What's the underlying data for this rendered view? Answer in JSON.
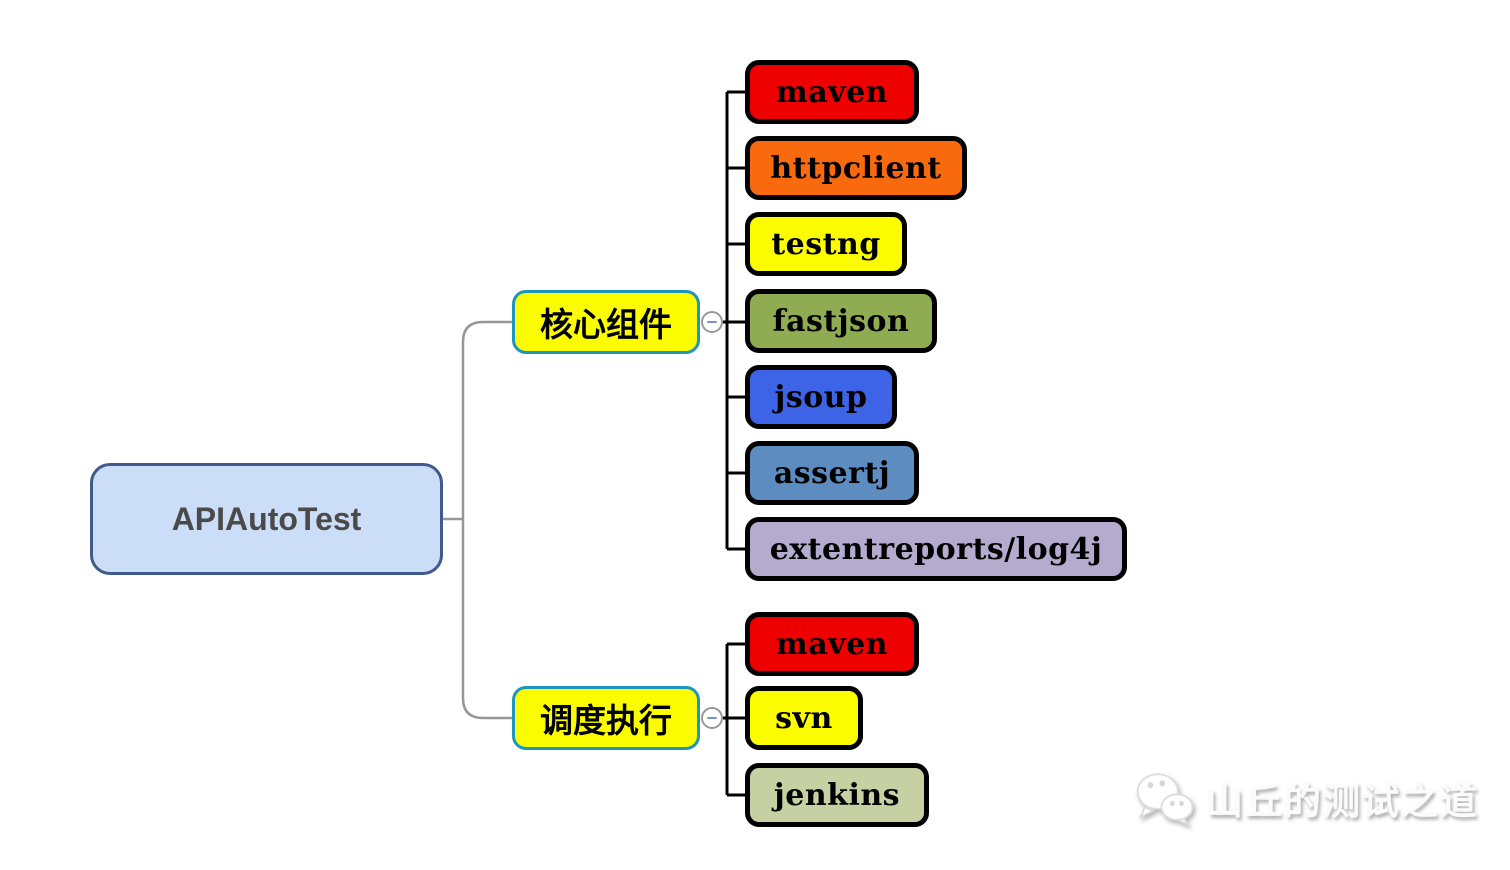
{
  "root": {
    "label": "APIAutoTest",
    "fill": "#CCDEF7",
    "border": "#41598C"
  },
  "branches": [
    {
      "label": "核心组件",
      "fill": "#FCFC00",
      "border": "#1E95BE",
      "collapse_icon": "minus",
      "children": [
        {
          "label": "maven",
          "fill": "#EE0000"
        },
        {
          "label": "httpclient",
          "fill": "#F9690E"
        },
        {
          "label": "testng",
          "fill": "#FCFC00"
        },
        {
          "label": "fastjson",
          "fill": "#8FAC52"
        },
        {
          "label": "jsoup",
          "fill": "#3D64E6"
        },
        {
          "label": "assertj",
          "fill": "#5C8CC0"
        },
        {
          "label": "extentreports/log4j",
          "fill": "#B4ABCF"
        }
      ]
    },
    {
      "label": "调度执行",
      "fill": "#FCFC00",
      "border": "#1E95BE",
      "collapse_icon": "minus",
      "children": [
        {
          "label": "maven",
          "fill": "#EE0000"
        },
        {
          "label": "svn",
          "fill": "#FCFC00"
        },
        {
          "label": "jenkins",
          "fill": "#C6D0A2"
        }
      ]
    }
  ],
  "watermark": {
    "text": "山丘的测试之道",
    "icon": "wechat-logo"
  }
}
